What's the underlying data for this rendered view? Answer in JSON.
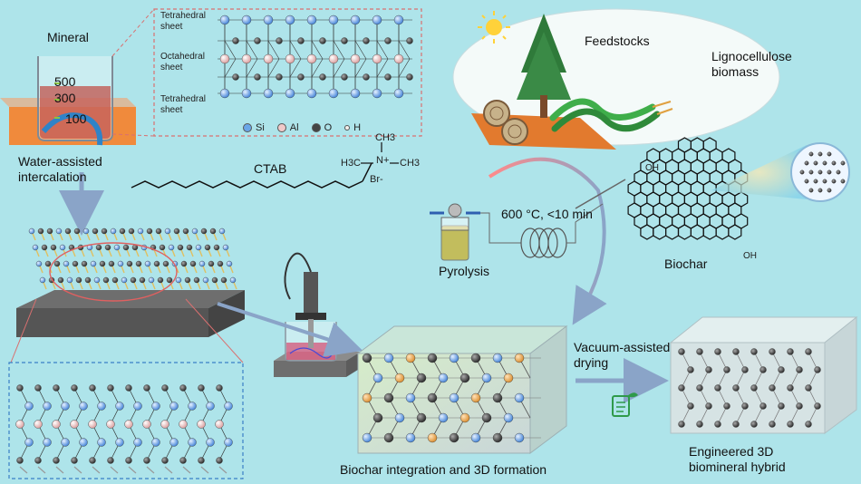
{
  "labels": {
    "mineral": "Mineral",
    "beaker_marks": [
      "500",
      "300",
      "100"
    ],
    "sheets": [
      "Tetrahedral sheet",
      "Octahedral sheet",
      "Tetrahedral sheet"
    ],
    "water_assisted": "Water-assisted intercalation",
    "ctab": "CTAB",
    "ctab_formula": {
      "top": "CH3",
      "left": "H3C",
      "right": "CH3",
      "n": "N+",
      "br": "Br-"
    },
    "feedstocks": "Feedstocks",
    "lignocellulose": "Lignocellulose biomass",
    "pyrolysis": "Pyrolysis",
    "condition": "600 °C, <10 min",
    "biochar": "Biochar",
    "oh1": "OH",
    "oh2": "OH",
    "vacuum": "Vacuum-assisted drying",
    "integration": "Biochar integration and 3D formation",
    "engineered": "Engineered 3D biomineral hybrid"
  },
  "legend": [
    {
      "symbol": "Si",
      "color": "#6aa6e8"
    },
    {
      "symbol": "Al",
      "color": "#f0c9c9"
    },
    {
      "symbol": "O",
      "color": "#444444"
    },
    {
      "symbol": "H",
      "color": "#f4f0ec"
    }
  ],
  "colors": {
    "background": "#aee4ea",
    "orange_slab": "#f08a3c",
    "arrow": "#8aa4c8"
  }
}
